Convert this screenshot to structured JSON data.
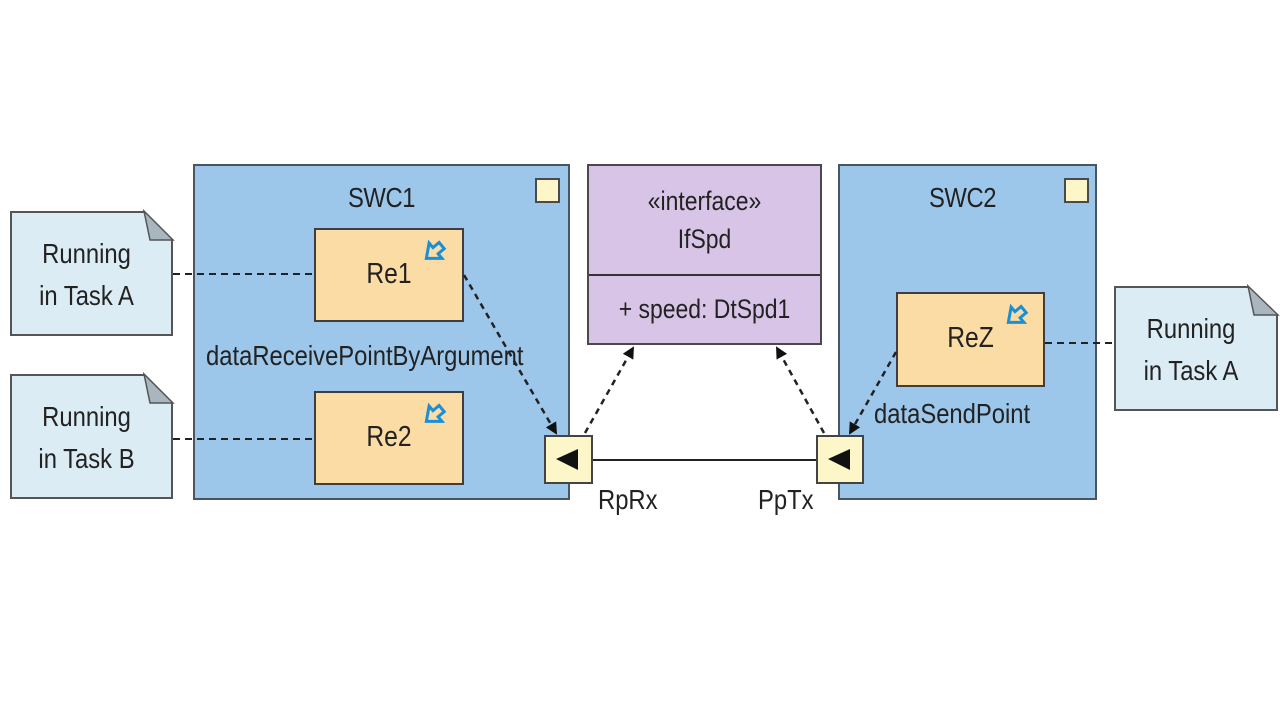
{
  "diagram": {
    "components": [
      {
        "name": "SWC1",
        "runnables": [
          "Re1",
          "Re2"
        ],
        "access_label": "dataReceivePointByArgument"
      },
      {
        "name": "SWC2",
        "runnables": [
          "ReZ"
        ],
        "access_label": "dataSendPoint"
      }
    ],
    "interface": {
      "stereotype": "«interface»",
      "name": "IfSpd",
      "attribute": "+ speed: DtSpd1"
    },
    "ports": {
      "receiver": "RpRx",
      "provider": "PpTx"
    },
    "notes": [
      {
        "line1": "Running",
        "line2": "in Task A"
      },
      {
        "line1": "Running",
        "line2": "in Task B"
      },
      {
        "line1": "Running",
        "line2": "in Task A"
      }
    ],
    "colors": {
      "component_fill": "#9cc7ea",
      "runnable_fill": "#fbdca4",
      "interface_fill": "#d8c4e6",
      "note_fill": "#dcecf5",
      "port_fill": "#fdf6c8",
      "runnable_icon": "#1a8fd6"
    }
  }
}
